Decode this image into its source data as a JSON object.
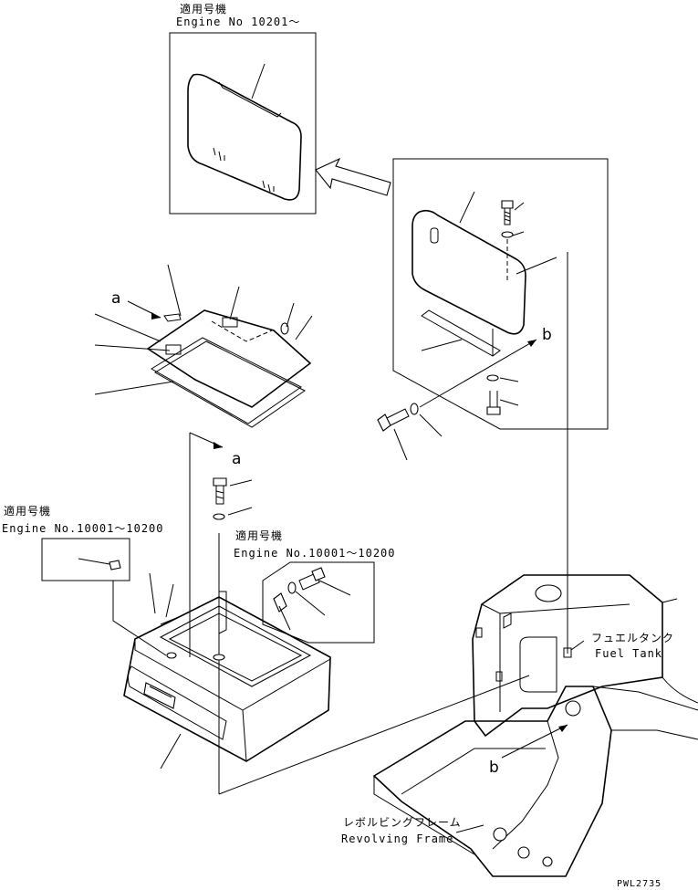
{
  "inset_top": {
    "applicable_label": "適用号機",
    "engine_label": "Engine No 10201～"
  },
  "inset_left": {
    "applicable_label": "適用号機",
    "engine_label": "Engine No.10001～10200"
  },
  "inset_center": {
    "applicable_label": "適用号機",
    "engine_label": "Engine No.10001～10200"
  },
  "fuel_tank": {
    "jp_label": "フュエルタンク",
    "en_label": "Fuel Tank"
  },
  "revolving_frame": {
    "jp_label": "レボルビングフレーム",
    "en_label": "Revolving Frame"
  },
  "callouts": {
    "a_upper": "a",
    "a_lower": "a",
    "b_upper": "b",
    "b_lower": "b"
  },
  "drawing_code": "PWL2735"
}
